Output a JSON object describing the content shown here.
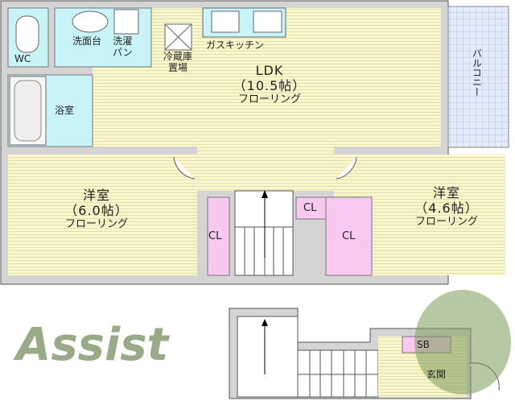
{
  "colors": {
    "wall": "#d4d4d4",
    "wet": "#c8f4f8",
    "floor": "#f8f5c8",
    "closet": "#f8c8f0",
    "balcony": "#dde8f8",
    "watermark": "#5a7a3a"
  },
  "rooms": {
    "wc": "WC",
    "washroom": "洗面台",
    "laundry": "洗濯\nパン",
    "fridge": "冷蔵庫\n置場",
    "kitchen": "ガスキッチン",
    "ldk": {
      "name": "LDK",
      "size": "（10.5帖）",
      "floor": "フローリング"
    },
    "bath": "浴室",
    "balcony": "バルコニー",
    "west1": {
      "name": "洋室",
      "size": "（6.0帖）",
      "floor": "フローリング"
    },
    "west2": {
      "name": "洋室",
      "size": "（4.6帖）",
      "floor": "フローリング"
    },
    "cl_left": "CL",
    "cl_center": "CL",
    "cl_right": "CL",
    "sb": "SB",
    "entrance": "玄関"
  },
  "watermark": "Assist"
}
